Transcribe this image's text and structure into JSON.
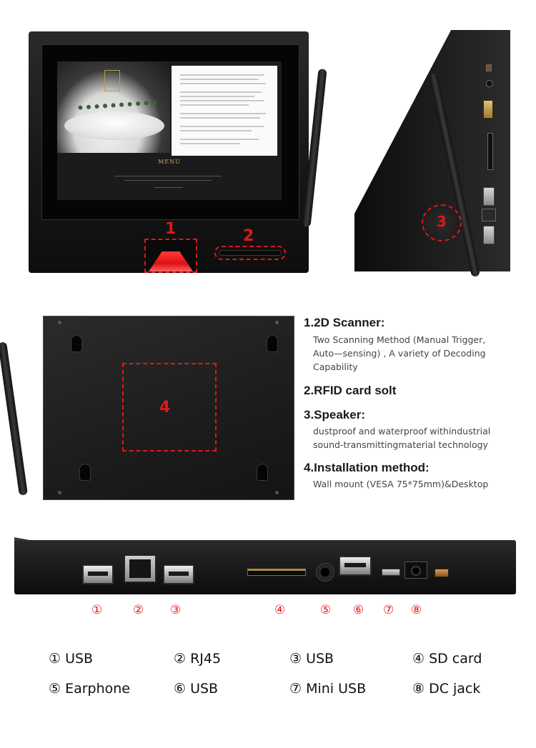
{
  "callouts": {
    "front_scanner": "1",
    "front_rfid": "2",
    "side_speaker": "3",
    "back_mount": "4"
  },
  "screen": {
    "menu_label": "MENU"
  },
  "features": [
    {
      "title": "1.2D Scanner:",
      "description": [
        "Two Scanning Method (Manual Trigger,",
        "Auto—sensing) , A variety of Decoding",
        "Capability"
      ]
    },
    {
      "title": "2.RFID card solt",
      "description": []
    },
    {
      "title": "3.Speaker:",
      "description": [
        "dustproof and waterproof withindustrial",
        "sound-transmittingmaterial technology"
      ]
    },
    {
      "title": "4.Installation method:",
      "description": [
        "Wall mount (VESA 75*75mm)&Desktop"
      ]
    }
  ],
  "port_numbers": [
    "①",
    "②",
    "③",
    "④",
    "⑤",
    "⑥",
    "⑦",
    "⑧"
  ],
  "legend": [
    "① USB",
    "② RJ45",
    "③ USB",
    "④ SD card",
    "⑤ Earphone",
    "⑥ USB",
    "⑦ Mini USB",
    "⑧ DC jack"
  ],
  "colors": {
    "accent_red": "#e01818",
    "device_black": "#161616"
  }
}
